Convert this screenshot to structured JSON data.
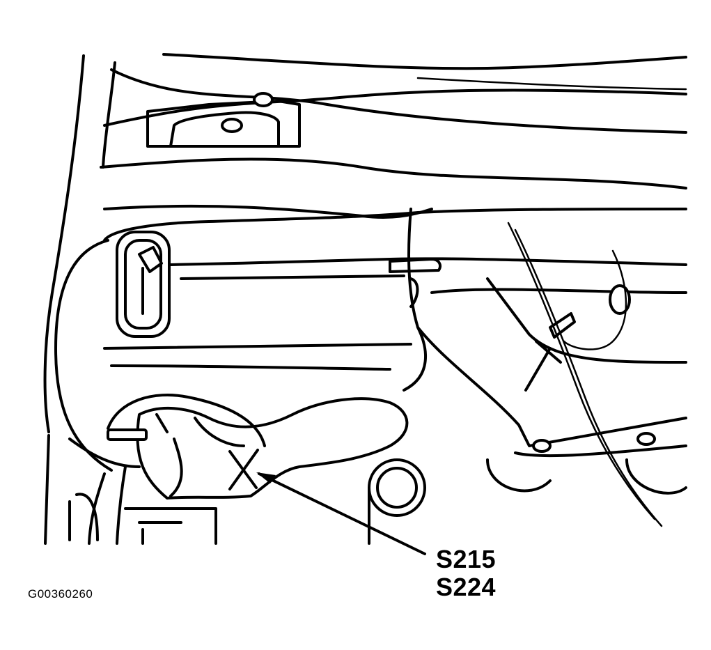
{
  "callouts": {
    "primary": "S215",
    "secondary": "S224"
  },
  "figure_id": "G00360260",
  "colors": {
    "ink": "#000000",
    "paper": "#ffffff"
  }
}
